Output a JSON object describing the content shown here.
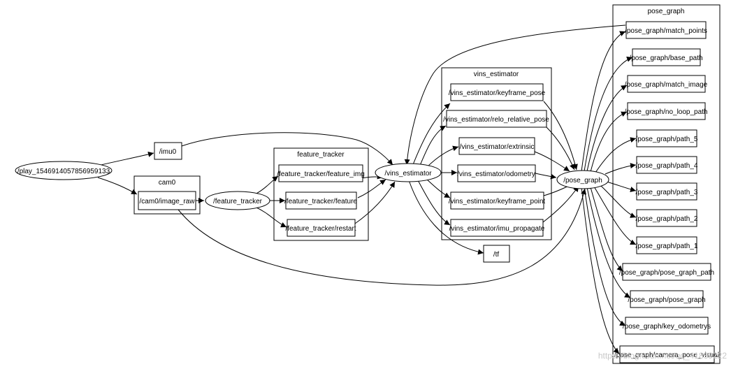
{
  "clusters": {
    "cam0": "cam0",
    "feature_tracker": "feature_tracker",
    "vins_estimator": "vins_estimator",
    "pose_graph": "pose_graph"
  },
  "nodes": {
    "play": "/play_1546914057856959133",
    "imu0": "/imu0",
    "cam0_image_raw": "/cam0/image_raw",
    "feature_tracker": "/feature_tracker",
    "ft_feature_img": "/feature_tracker/feature_img",
    "ft_feature": "/feature_tracker/feature",
    "ft_restart": "/feature_tracker/restart",
    "vins_estimator": "/vins_estimator",
    "ve_keyframe_pose": "/vins_estimator/keyframe_pose",
    "ve_relo_relative_pose": "/vins_estimator/relo_relative_pose",
    "ve_extrinsic": "/vins_estimator/extrinsic",
    "ve_odometry": "/vins_estimator/odometry",
    "ve_keyframe_point": "/vins_estimator/keyframe_point",
    "ve_imu_propagate": "/vins_estimator/imu_propagate",
    "tf": "/tf",
    "pose_graph": "/pose_graph",
    "pg_match_points": "/pose_graph/match_points",
    "pg_base_path": "/pose_graph/base_path",
    "pg_match_image": "/pose_graph/match_image",
    "pg_no_loop_path": "/pose_graph/no_loop_path",
    "pg_path_5": "/pose_graph/path_5",
    "pg_path_4": "/pose_graph/path_4",
    "pg_path_3": "/pose_graph/path_3",
    "pg_path_2": "/pose_graph/path_2",
    "pg_path_1": "/pose_graph/path_1",
    "pg_pose_graph_path": "/pose_graph/pose_graph_path",
    "pg_pose_graph": "/pose_graph/pose_graph",
    "pg_key_odometrys": "/pose_graph/key_odometrys",
    "pg_camera_pose_visual": "/pose_graph/camera_pose_visual"
  },
  "watermark": "https://blog.csdn.net/qq_41839222"
}
